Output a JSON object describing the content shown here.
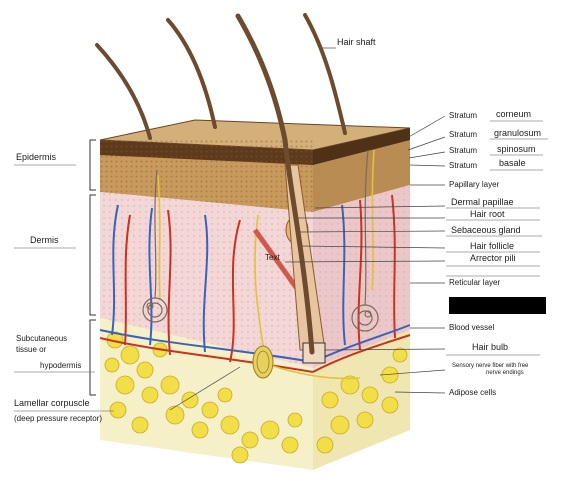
{
  "labels": {
    "hair_shaft": "Hair shaft",
    "epidermis": "Epidermis",
    "dermis": "Dermis",
    "subcutaneous_line1": "Subcutaneous",
    "subcutaneous_line2": "tissue or",
    "subcutaneous_line3": "hypodermis",
    "lamellar_corpuscle": "Lamellar corpuscle",
    "lamellar_corpuscle_sub": "(deep pressure receptor)",
    "stratum_prefix": "Stratum",
    "corneum": "corneum",
    "granulosum": "granulosum",
    "spinosum": "spinosum",
    "basale": "basale",
    "papillary_layer": "Papillary layer",
    "dermal_papillae": "Dermal papillae",
    "hair_root": "Hair root",
    "sebaceous_gland": "Sebaceous gland",
    "hair_follicle": "Hair follicle",
    "arrector_pili": "Arrector pili",
    "reticular_layer": "Reticular layer",
    "blood_vessel": "Blood vessel",
    "hair_bulb": "Hair bulb",
    "sensory_nerve_line1": "Sensory nerve fiber with free",
    "sensory_nerve_line2": "nerve endings",
    "adipose_cells": "Adipose cells",
    "text_marker": "Text"
  },
  "colors": {
    "epidermis_top": "#c9a672",
    "epidermis_dark": "#6b4423",
    "dermis": "#f3d6d6",
    "hypodermis": "#f6f0c8",
    "adipose": "#f2de46",
    "hair": "#6e4a2e",
    "artery": "#c8321e",
    "vein": "#3a63b8",
    "nerve": "#e2c23a"
  }
}
